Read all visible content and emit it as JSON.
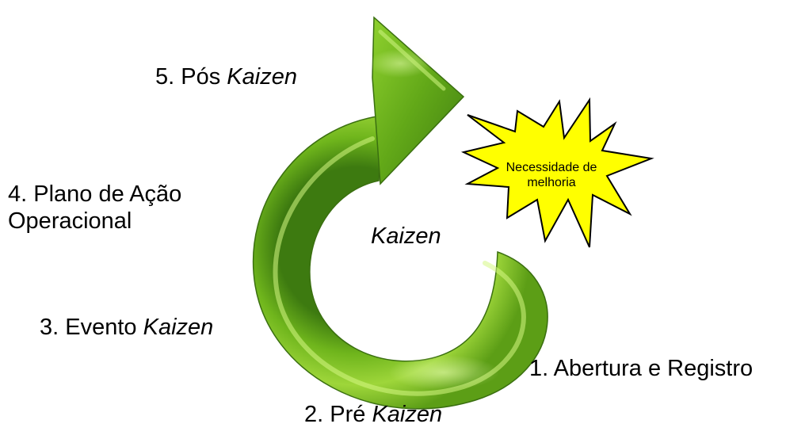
{
  "diagram": {
    "center_label": "Kaizen",
    "burst": {
      "line1": "Necessidade de",
      "line2": "melhoria"
    },
    "steps": [
      {
        "number": "1.",
        "text": "Abertura e Registro",
        "italic": ""
      },
      {
        "number": "2.",
        "text": "Pré",
        "italic": "Kaizen"
      },
      {
        "number": "3.",
        "text": "Evento",
        "italic": "Kaizen"
      },
      {
        "number": "4.",
        "text": "Plano de Ação",
        "text2": "Operacional",
        "italic": ""
      },
      {
        "number": "5.",
        "text": "Pós",
        "italic": "Kaizen"
      }
    ]
  },
  "colors": {
    "arrow_dark": "#3d7a10",
    "arrow_mid": "#6fb51c",
    "arrow_light": "#c4ec6a",
    "burst_fill": "#ffff00",
    "burst_stroke": "#000000"
  }
}
